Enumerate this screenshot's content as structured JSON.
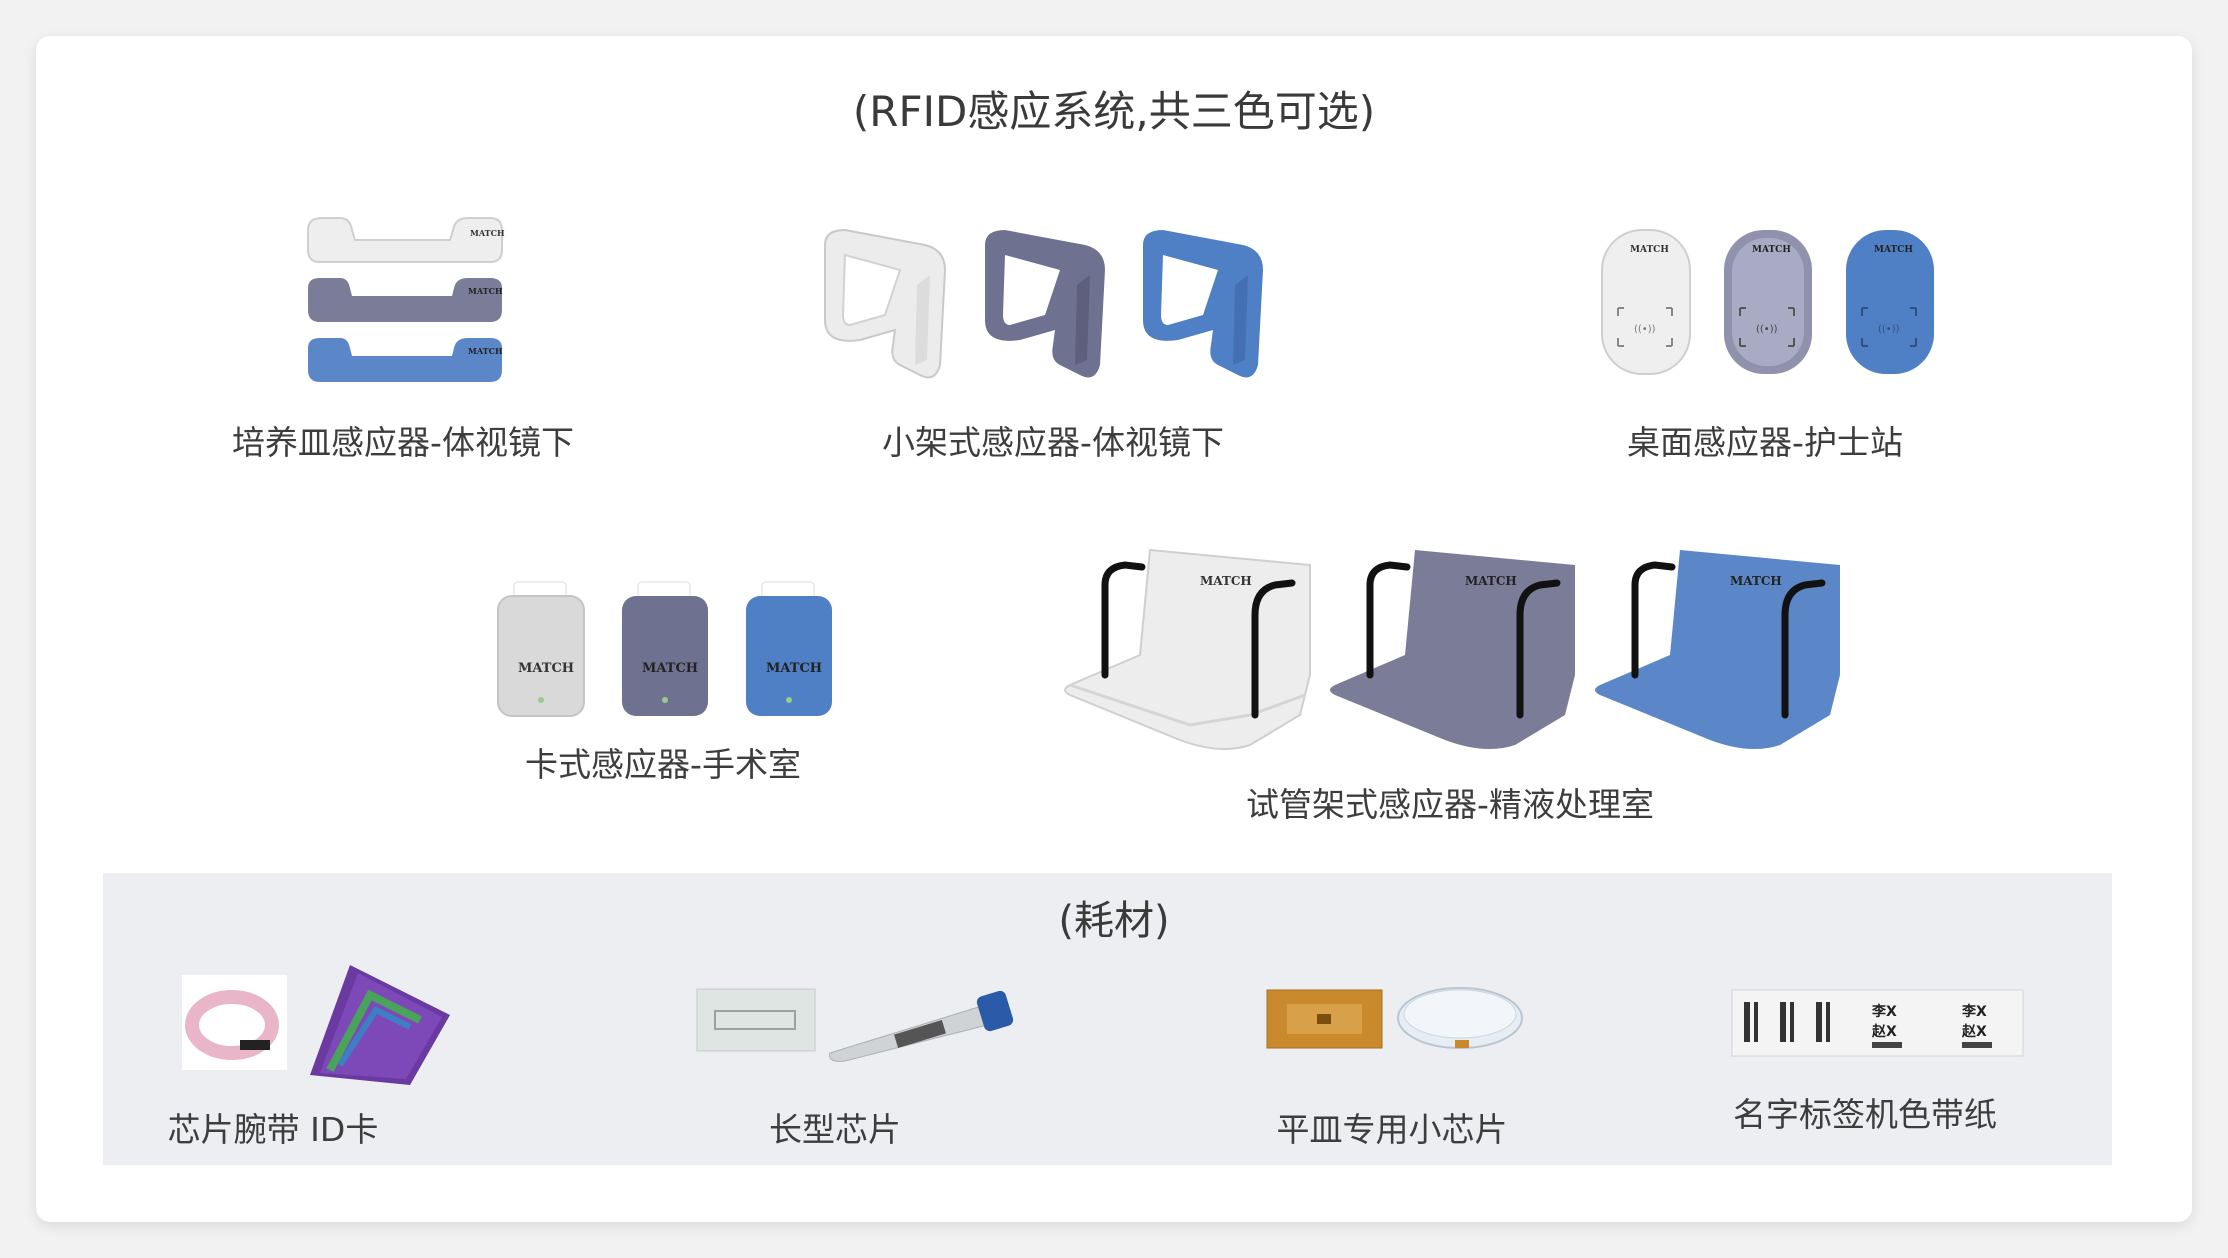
{
  "title": "(RFID感应系统,共三色可选)",
  "brand_mark": "MATCH",
  "colors": {
    "white": "#eeeeee",
    "grey": "#7b7d98",
    "blue": "#5b87c9",
    "panel": "#eceef1"
  },
  "products": [
    {
      "label": "培养皿感应器-体视镜下"
    },
    {
      "label": "小架式感应器-体视镜下"
    },
    {
      "label": "桌面感应器-护士站"
    },
    {
      "label": "卡式感应器-手术室"
    },
    {
      "label": "试管架式感应器-精液处理室"
    }
  ],
  "consumables": {
    "title": "(耗材)",
    "items": [
      {
        "label": "芯片腕带  ID卡"
      },
      {
        "label": "长型芯片"
      },
      {
        "label": "平皿专用小芯片"
      },
      {
        "label": "名字标签机色带纸"
      }
    ],
    "label_tape_text": [
      "李X",
      "赵X",
      "李X",
      "赵X"
    ]
  }
}
